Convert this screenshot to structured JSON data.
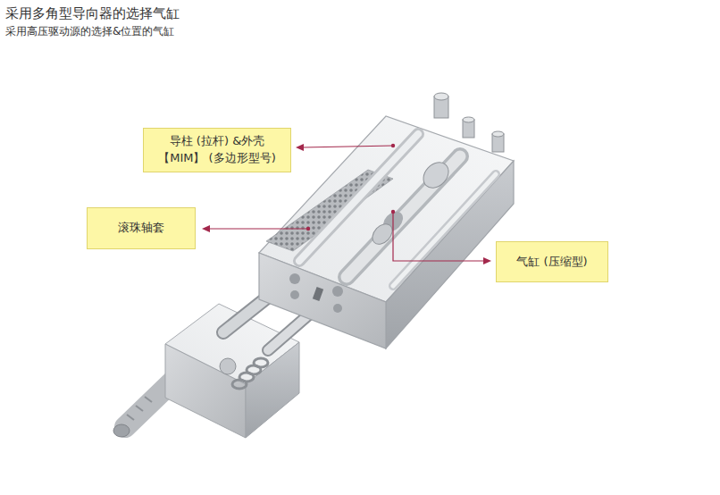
{
  "diagram": {
    "title": "采用多角型导向器的选择气缸",
    "nodes": [
      {
        "text": [
          "导柱 (拉杆) &外壳【MIM】 (多边形型号)"
        ]
      },
      {
        "text": [
          "滚珠轴套"
        ]
      },
      {
        "text": [
          "气缸 (压缩型)"
        ]
      }
    ],
    "labels": [
      "采用高压驱动源的选择&位置的气缸"
    ]
  }
}
